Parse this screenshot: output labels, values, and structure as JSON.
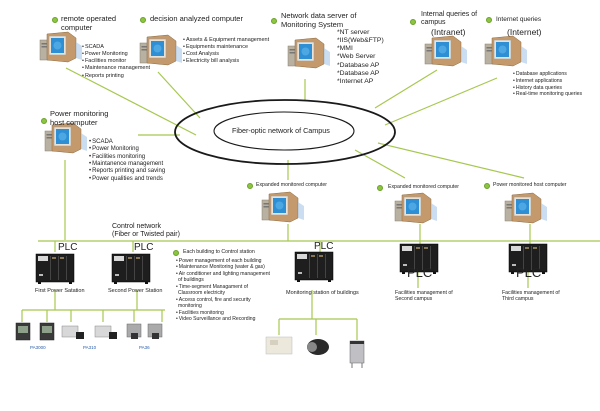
{
  "colors": {
    "link": "#a6c84f",
    "bullet_dot": "#8cc63f",
    "ellipse_stroke": "#1a1a1a",
    "screen": "#3a9ad9",
    "case": "#c7a57a",
    "plc": "#1f1f1f"
  },
  "center": {
    "label": "Fiber-optic network of Campus"
  },
  "nodes": {
    "remote": {
      "title_1": "remote operated",
      "title_2": "computer",
      "items": [
        "SCADA",
        "Power Monitoring",
        "Facilities monitor",
        "Maintenance management",
        "Reports printing"
      ]
    },
    "decision": {
      "title": "decision analyzed  computer",
      "items": [
        "Assets & Equipment management",
        "Equipments maintenance",
        "Cost Analysis",
        "Electricity bill analysis"
      ]
    },
    "server": {
      "title_1": "Network data server of",
      "title_2": "Monitoring System",
      "items": [
        "*NT server",
        "*IIS(Web&FTP)",
        "*MMI",
        "*Web Server",
        "*Database AP",
        "*Database AP",
        "*Internet AP"
      ]
    },
    "intranet": {
      "title_1": "Internal queries of",
      "title_2": "campus",
      "subtitle": "(Intranet)"
    },
    "internet": {
      "title": "Internet queries",
      "subtitle": "(Internet)",
      "items": [
        "Database applications",
        "Internet applications",
        "History data queries",
        "Real-time monitoring queries"
      ]
    },
    "host": {
      "title_1": "Power monitoring",
      "title_2": "host computer",
      "items": [
        "SCADA",
        "Power Monitoring",
        "Facilities monitoring",
        "Maintanence management",
        "Reports printing and saving",
        "Power qualities and trends"
      ]
    },
    "expanded_1": {
      "title": "Expanded monitored computer"
    },
    "expanded_2": {
      "title": "Expanded monitored computer"
    },
    "power_host_2": {
      "title": "Power monitored host computer"
    }
  },
  "control_network": {
    "line_1": "Control network",
    "line_2": "(Fiber or Twisted pair)"
  },
  "plcs": {
    "label": "PLC",
    "first": "First Power Satation",
    "second": "Second Power Station",
    "building": "Monitoring station of buildings",
    "campus_2": "Facilities management of",
    "campus_2b": "Second campus",
    "campus_3": "Facilities management of",
    "campus_3b": "Third campus"
  },
  "building_info": {
    "title": "Each building to Control station",
    "items": [
      "Power management of each building",
      "Maintenance Monitoring (water & gas)",
      "Air conditioner and lighting management",
      "of buildings",
      "Time-segment Managament of",
      "Classroom electricity",
      "Access control, fire and security",
      "monitoring",
      "Facilities monitoring",
      "Video Surveillance and Recording"
    ]
  },
  "meters": [
    "PA3000",
    "PA310",
    "PA36"
  ]
}
